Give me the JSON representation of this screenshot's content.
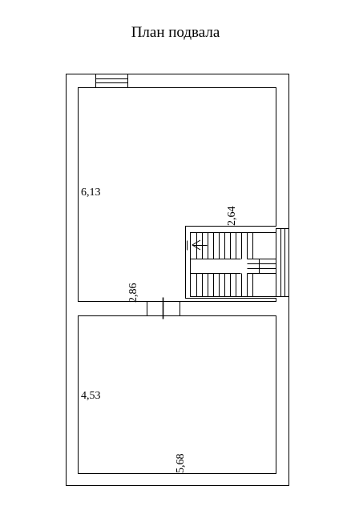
{
  "title": "План подвала",
  "dimensions": {
    "upper_room_height": "6,13",
    "upper_room_width": "2,86",
    "stair_width": "2,64",
    "lower_room_height": "4,53",
    "lower_room_width": "5,68"
  }
}
